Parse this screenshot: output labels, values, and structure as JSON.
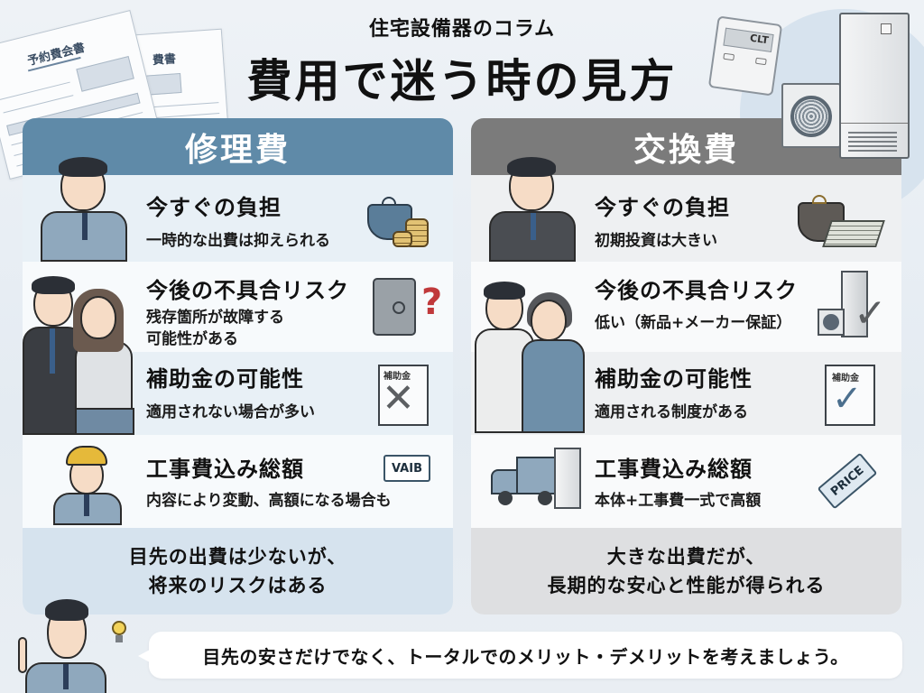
{
  "header": {
    "subtitle": "住宅設備器のコラム",
    "title": "費用で迷う時の見方"
  },
  "decor": {
    "doc_front_title": "予約費会書",
    "doc_back_title": "費書",
    "remote_display": "CLT"
  },
  "colors": {
    "repair_header": "#5f8aa8",
    "replace_header": "#7b7b7b",
    "repair_summary_bg": "#d6e3ee",
    "replace_summary_bg": "#dedfe1",
    "question_mark": "#c0393b",
    "coin": "#e2c274"
  },
  "panels": {
    "repair": {
      "title": "修理費",
      "rows": [
        {
          "heading": "今すぐの負担",
          "desc": "一時的な出費は抑えられる",
          "icon": "coin-purse-icon"
        },
        {
          "heading": "今後の不具合リスク",
          "desc_lines": [
            "残存箇所が故障する",
            "可能性がある"
          ],
          "icon": "broken-unit-question-icon"
        },
        {
          "heading": "補助金の可能性",
          "desc": "適用されない場合が多い",
          "icon": "subsidy-cross-icon",
          "icon_label": "補助金"
        },
        {
          "heading": "工事費込み総額",
          "desc": "内容により変動、高額になる場合も",
          "icon": "price-tag-icon",
          "icon_label": "VAIB"
        }
      ],
      "summary": [
        "目先の出費は少ないが、",
        "将来のリスクはある"
      ]
    },
    "replace": {
      "title": "交換費",
      "rows": [
        {
          "heading": "今すぐの負担",
          "desc": "初期投資は大きい",
          "icon": "purse-cash-icon"
        },
        {
          "heading": "今後の不具合リスク",
          "desc": "低い（新品+メーカー保証）",
          "icon": "new-unit-check-icon"
        },
        {
          "heading": "補助金の可能性",
          "desc": "適用される制度がある",
          "icon": "subsidy-check-icon",
          "icon_label": "補助金"
        },
        {
          "heading": "工事費込み総額",
          "desc": "本体+工事費一式で高額",
          "icon": "price-tag-icon",
          "icon_label": "PRICE"
        }
      ],
      "summary": [
        "大きな出費だが、",
        "長期的な安心と性能が得られる"
      ]
    }
  },
  "footer": {
    "advice": "目先の安さだけでなく、トータルでのメリット・デメリットを考えましょう。"
  }
}
